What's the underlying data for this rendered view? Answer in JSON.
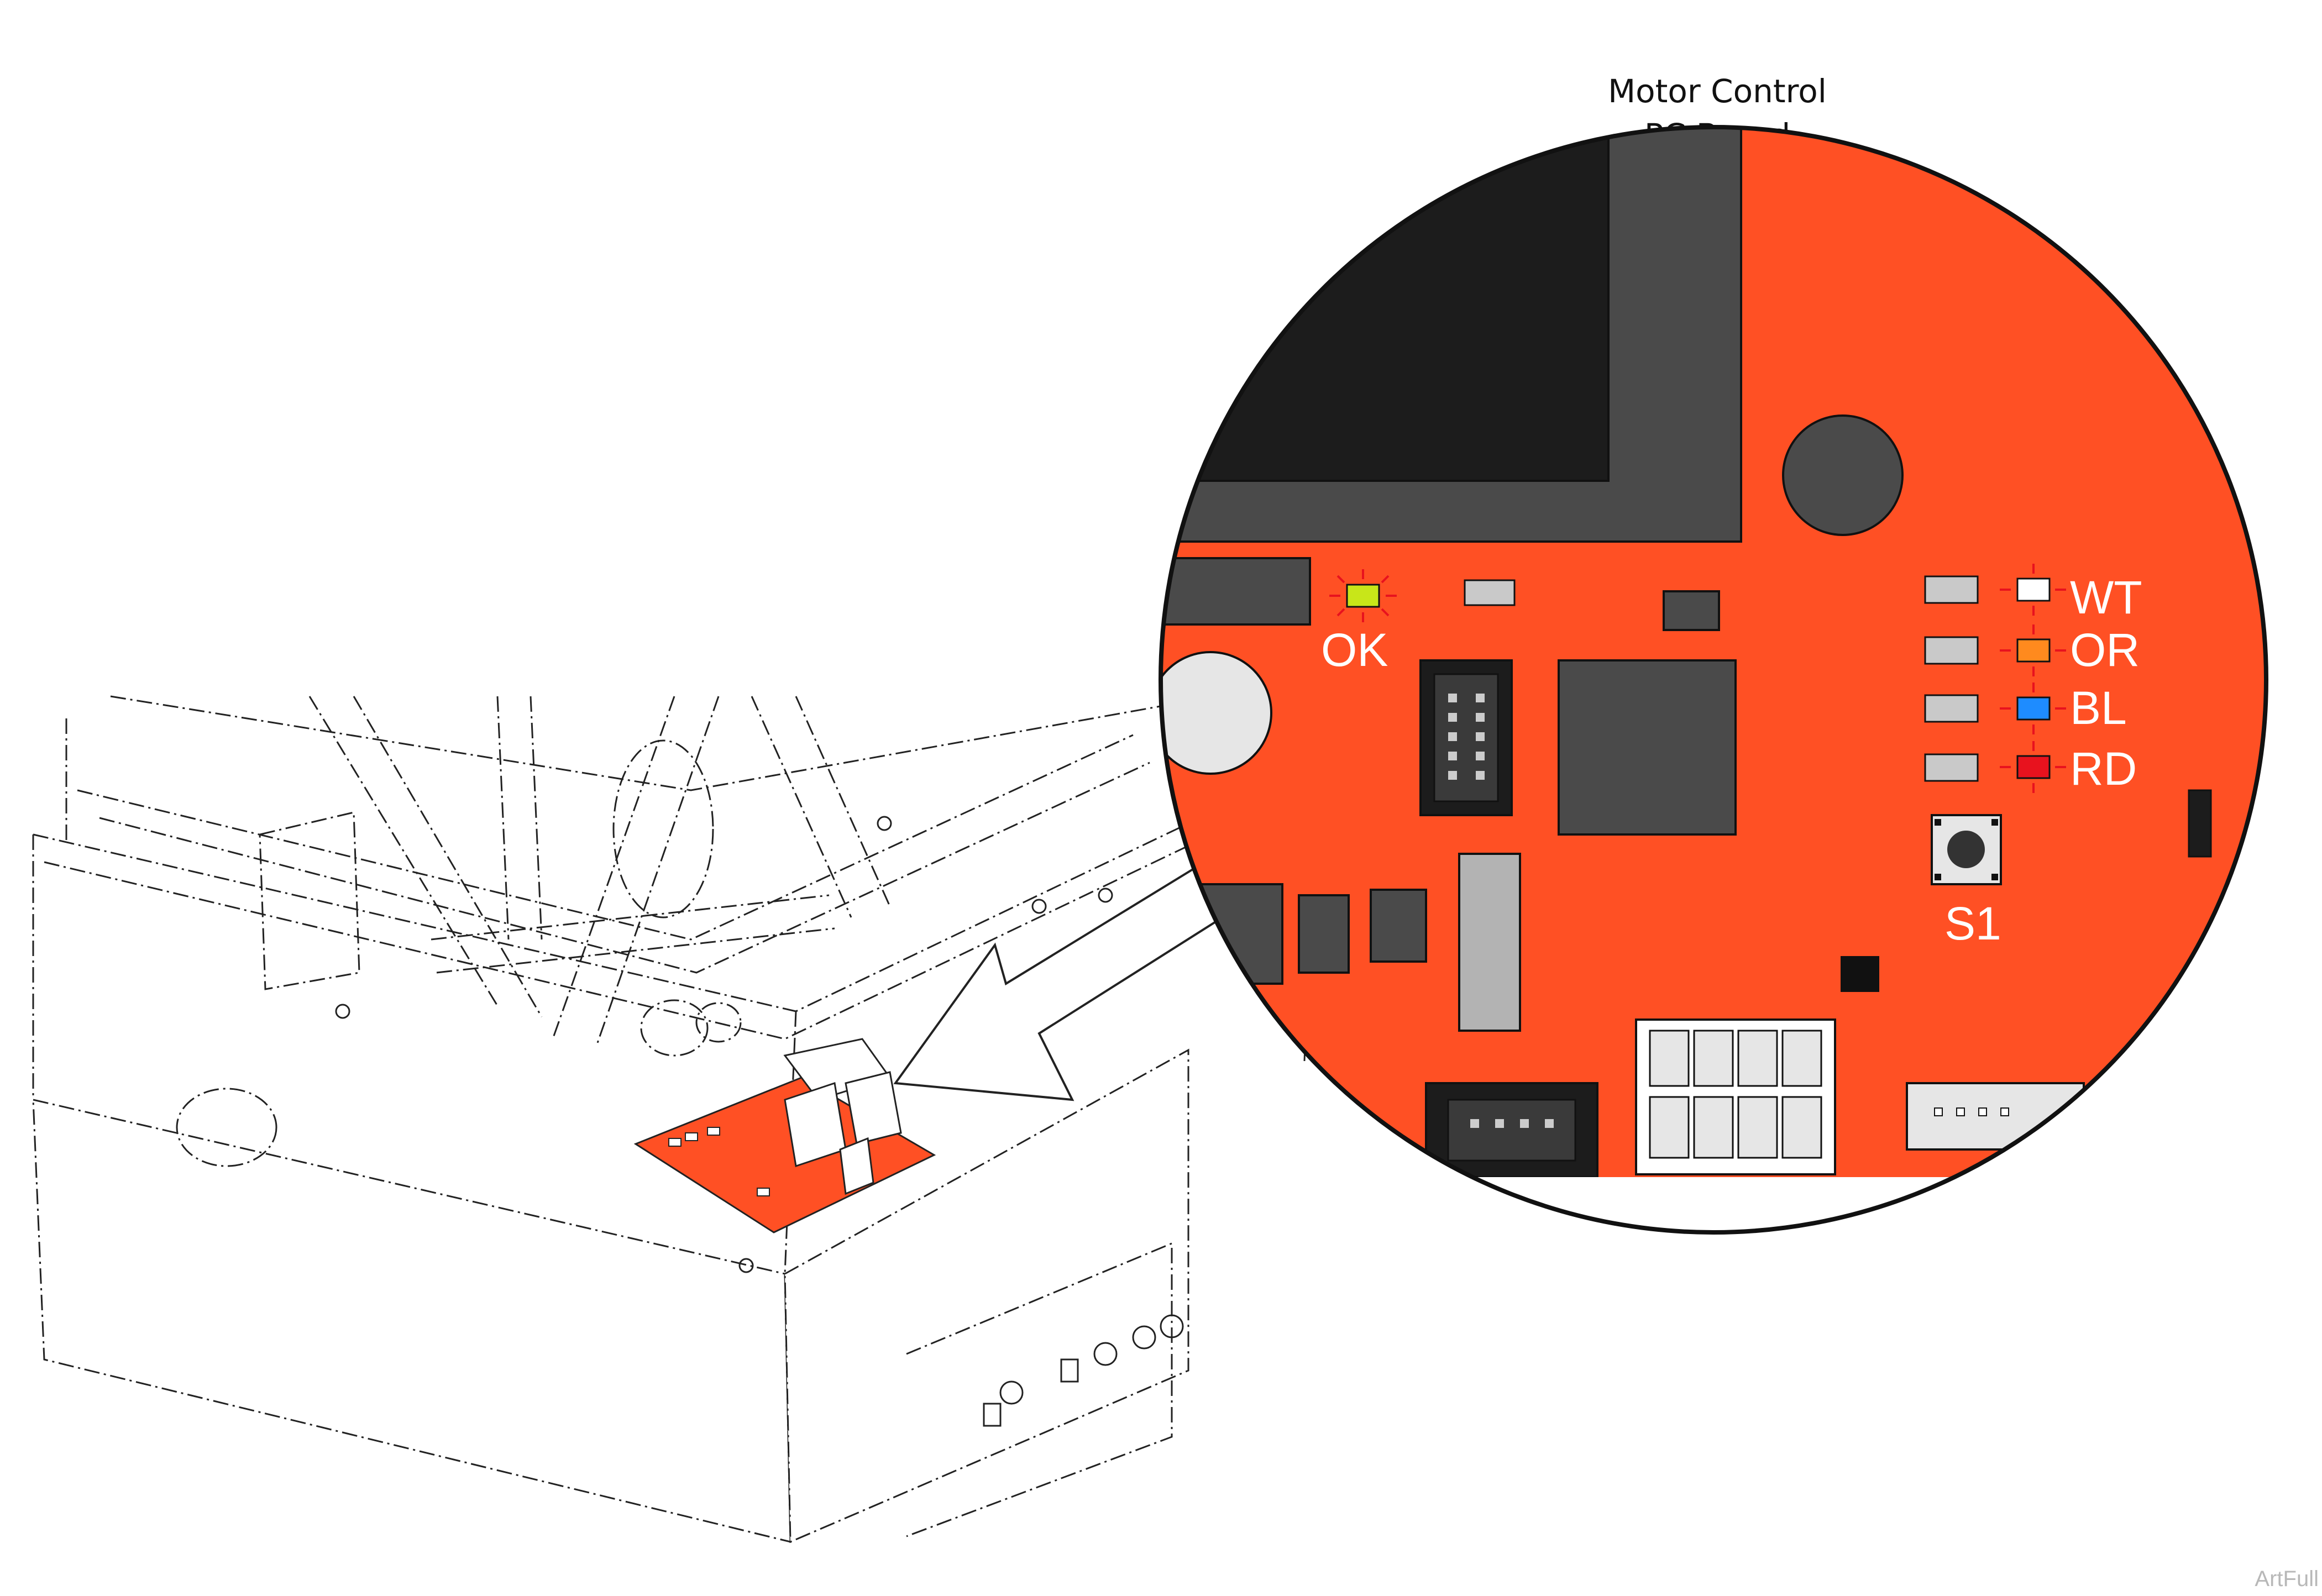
{
  "title": {
    "line1": "Motor Control",
    "line2": "PC Board"
  },
  "board_labels": {
    "ok": "OK",
    "wt": "WT",
    "or": "OR",
    "bl": "BL",
    "rd": "RD",
    "s1": "S1"
  },
  "watermark": "ArtFull",
  "colors": {
    "board": "#ff5024",
    "component_dark": "#4a4a4a",
    "component_black": "#1c1c1c",
    "component_light": "#c9c9c9",
    "led_ok": "#c8e619",
    "led_wt": "#ffffff",
    "led_or": "#ff8a1e",
    "led_bl": "#1e8cff",
    "led_rd": "#e8121e"
  }
}
